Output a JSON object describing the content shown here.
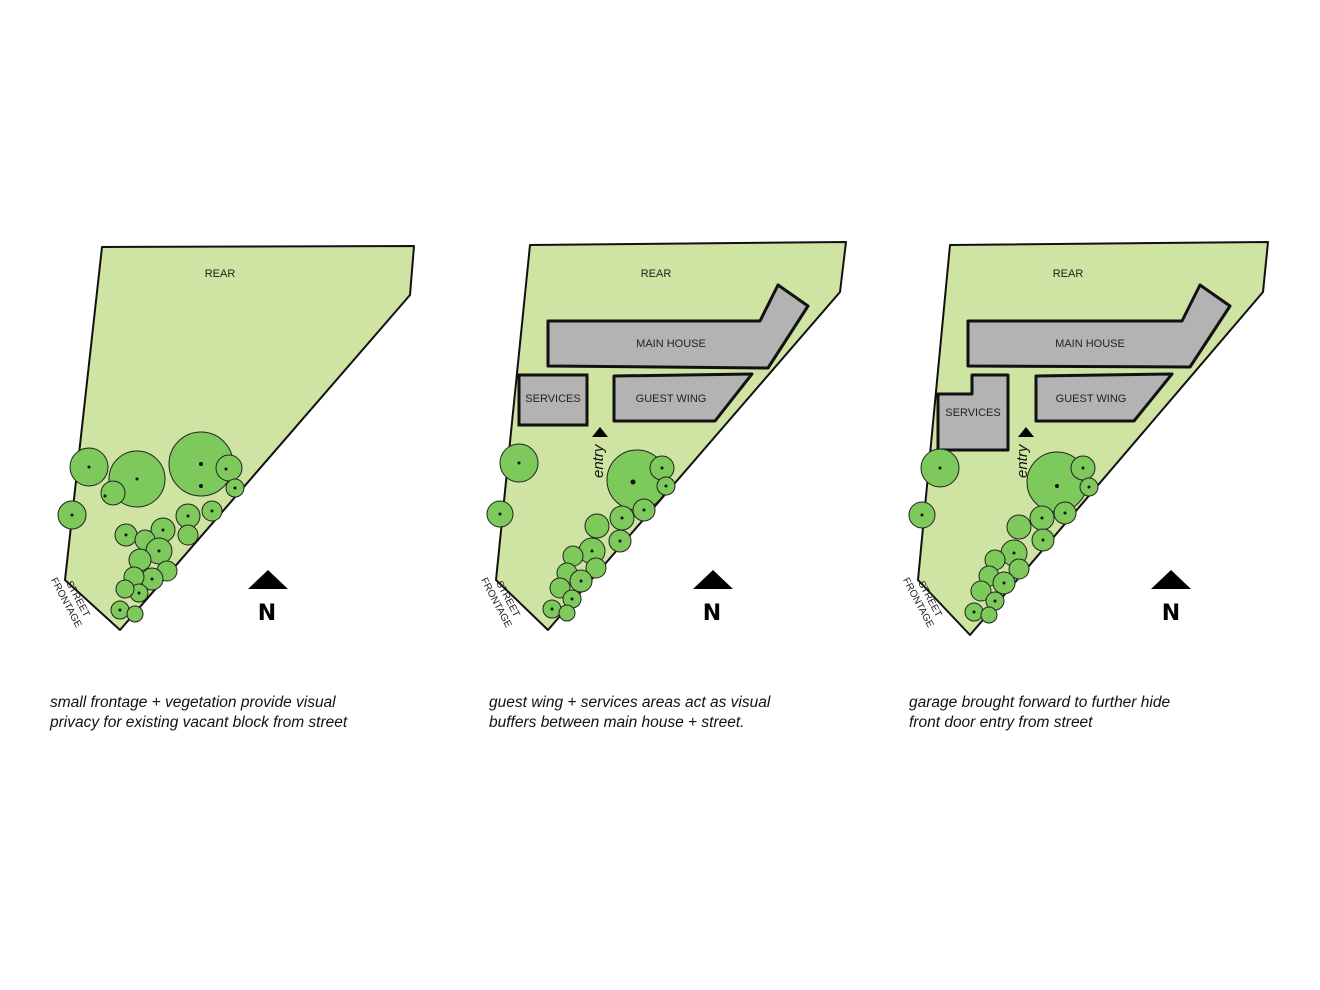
{
  "panels": [
    {
      "rear_label": "REAR",
      "street_line1": "STREET",
      "street_line2": "FRONTAGE",
      "north_label": "N",
      "caption_line1": "small frontage + vegetation provide visual",
      "caption_line2": "privacy for existing vacant block from street"
    },
    {
      "rear_label": "REAR",
      "main_house_label": "MAIN HOUSE",
      "services_label": "SERVICES",
      "guest_wing_label": "GUEST WING",
      "entry_label": "entry",
      "street_line1": "STREET",
      "street_line2": "FRONTAGE",
      "north_label": "N",
      "caption_line1": "guest wing + services areas act as visual",
      "caption_line2": "buffers between main house + street."
    },
    {
      "rear_label": "REAR",
      "main_house_label": "MAIN HOUSE",
      "services_label": "SERVICES",
      "guest_wing_label": "GUEST WING",
      "entry_label": "entry",
      "street_line1": "STREET",
      "street_line2": "FRONTAGE",
      "north_label": "N",
      "caption_line1": "garage brought forward to further hide",
      "caption_line2": "front door entry from street"
    }
  ],
  "colors": {
    "lawn": "#cfe3a2",
    "tree": "#7ec95b",
    "building": "#b3b3b3",
    "outline": "#111111"
  }
}
